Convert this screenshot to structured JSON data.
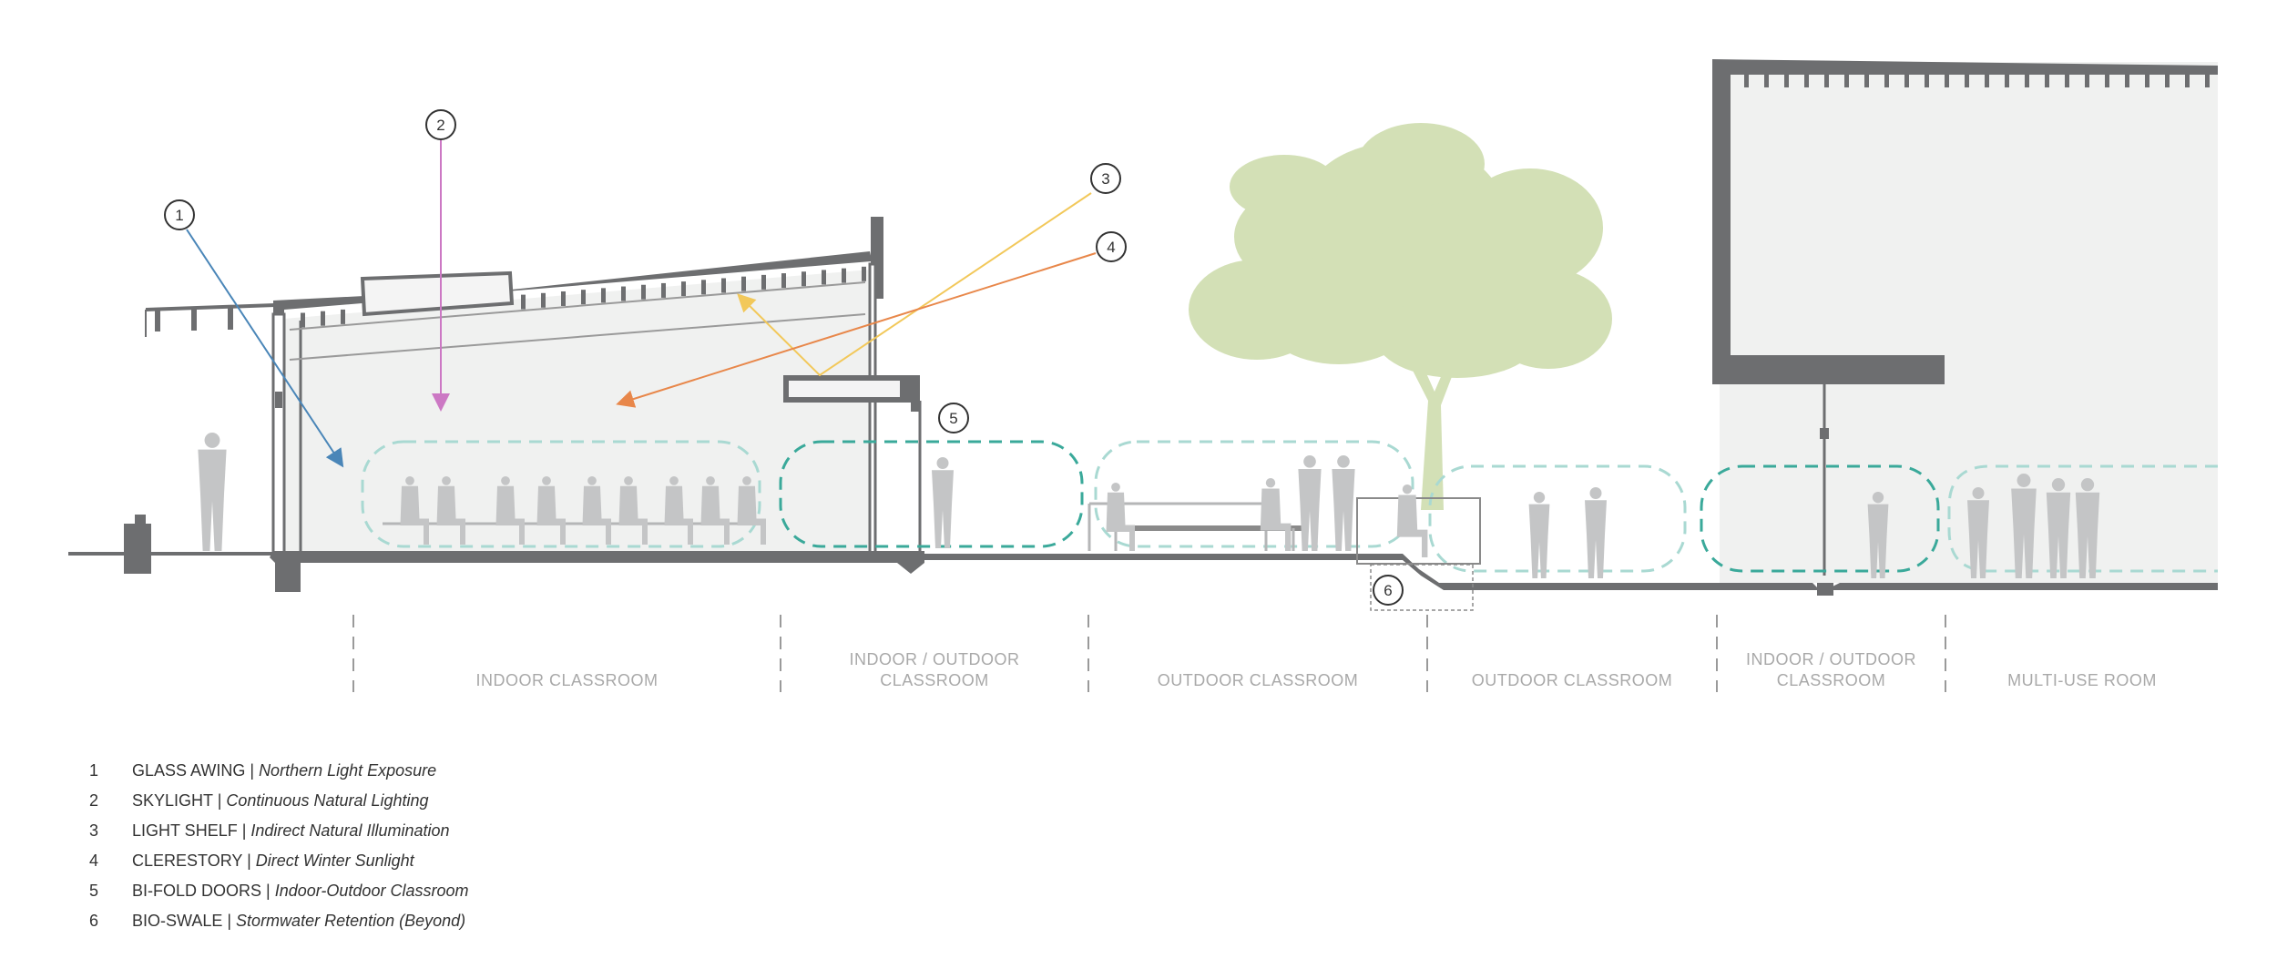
{
  "callouts": [
    {
      "num": "1",
      "color": "#4a86b8"
    },
    {
      "num": "2",
      "color": "#cc78c4"
    },
    {
      "num": "3",
      "color": "#f2c85a"
    },
    {
      "num": "4",
      "color": "#e8874a"
    },
    {
      "num": "5",
      "color": ""
    },
    {
      "num": "6",
      "color": ""
    }
  ],
  "zones": [
    {
      "line1": "INDOOR CLASSROOM",
      "line2": ""
    },
    {
      "line1": "INDOOR / OUTDOOR",
      "line2": "CLASSROOM"
    },
    {
      "line1": "OUTDOOR CLASSROOM",
      "line2": ""
    },
    {
      "line1": "OUTDOOR CLASSROOM",
      "line2": ""
    },
    {
      "line1": "INDOOR / OUTDOOR",
      "line2": "CLASSROOM"
    },
    {
      "line1": "MULTI-USE ROOM",
      "line2": ""
    }
  ],
  "legend": [
    {
      "num": "1",
      "title": "GLASS AWING",
      "sep": " | ",
      "desc": "Northern Light Exposure"
    },
    {
      "num": "2",
      "title": "SKYLIGHT",
      "sep": " | ",
      "desc": "Continuous Natural Lighting"
    },
    {
      "num": "3",
      "title": "LIGHT SHELF",
      "sep": " | ",
      "desc": "Indirect Natural Illumination"
    },
    {
      "num": "4",
      "title": "CLERESTORY",
      "sep": " | ",
      "desc": "Direct Winter Sunlight"
    },
    {
      "num": "5",
      "title": "BI-FOLD DOORS",
      "sep": " | ",
      "desc": "Indoor-Outdoor Classroom"
    },
    {
      "num": "6",
      "title": "BIO-SWALE",
      "sep": " | ",
      "desc": "Stormwater Retention (Beyond)"
    }
  ],
  "colors": {
    "structure": "#6d6e70",
    "interior_fill": "#f0f1f0",
    "tree": "#d3e0b6",
    "people": "#c4c5c6",
    "zone_teal": "#3aa99a",
    "zone_light": "#a9d9d2",
    "divider": "#9a9a9a"
  }
}
